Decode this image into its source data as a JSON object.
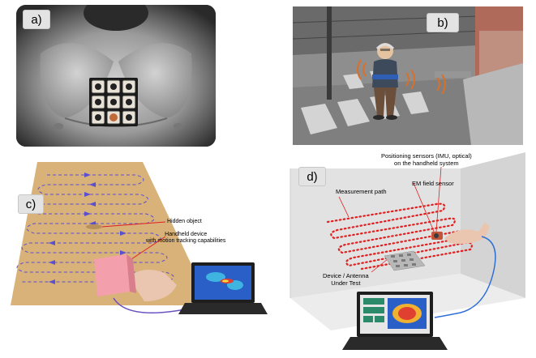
{
  "panels": {
    "a": {
      "tag": "a)"
    },
    "b": {
      "tag": "b)"
    },
    "c": {
      "tag": "c)",
      "hidden_object_label": "Hidden object",
      "handheld_line1": "Handheld device",
      "handheld_line2": "with motion tracking capabilities"
    },
    "d": {
      "tag": "d)",
      "positioning_line1": "Positioning sensors (IMU, optical)",
      "positioning_line2": "on the handheld system",
      "measurement_path": "Measurement path",
      "em_sensor": "EM field sensor",
      "device_line1": "Device / Antenna",
      "device_line2": "Under Test"
    }
  },
  "colors": {
    "path_dots": "#e02020",
    "path_arrows": "#5a4fd0",
    "leader_lines": "#e02020",
    "cable": "#2f6fd6",
    "box_pink": "#f3a0ac",
    "sheet": "#d9b27a"
  }
}
